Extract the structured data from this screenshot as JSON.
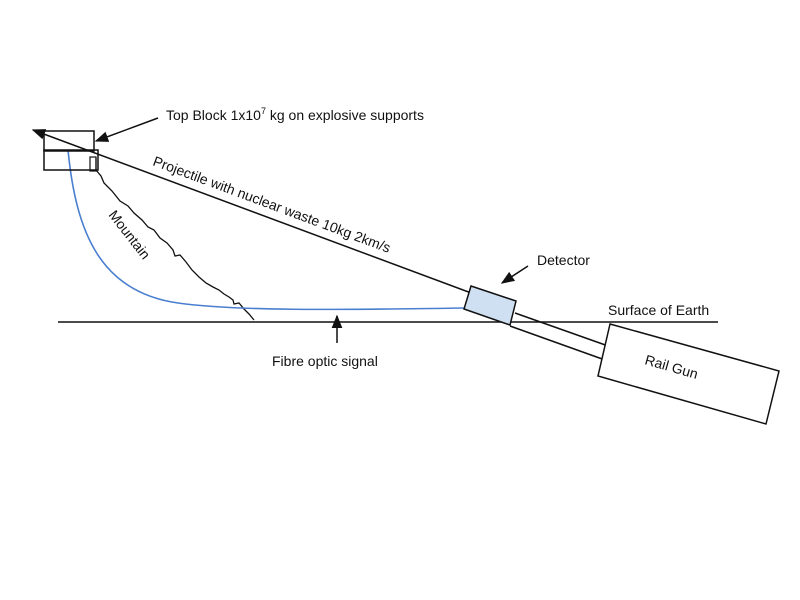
{
  "labels": {
    "top_block_prefix": "Top  Block 1x10",
    "top_block_exponent": "7",
    "top_block_suffix": " kg on explosive supports",
    "projectile": "Projectile with nuclear waste 10kg 2km/s",
    "mountain": "Mountain",
    "detector": "Detector",
    "surface": "Surface of Earth",
    "rail_gun": "Rail Gun",
    "fibre": "Fibre optic signal"
  },
  "colors": {
    "ink": "#111111",
    "fibre": "#4a7fd0",
    "detector_fill": "#cfe0f3"
  }
}
